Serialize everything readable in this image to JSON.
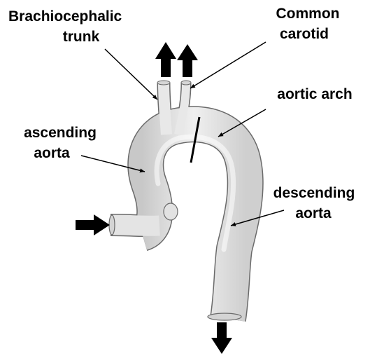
{
  "labels": {
    "brachiocephalic_line1": "Brachiocephalic",
    "brachiocephalic_line2": "trunk",
    "common_carotid_line1": "Common",
    "common_carotid_line2": "carotid",
    "aortic_arch": "aortic arch",
    "ascending_line1": "ascending",
    "ascending_line2": "aorta",
    "descending_line1": "descending",
    "descending_line2": "aorta"
  },
  "colors": {
    "vessel_fill": "#e6e6e6",
    "vessel_outline": "#6a6a6a",
    "vessel_highlight": "#ffffff",
    "arrow": "#000000",
    "background": "#ffffff"
  }
}
